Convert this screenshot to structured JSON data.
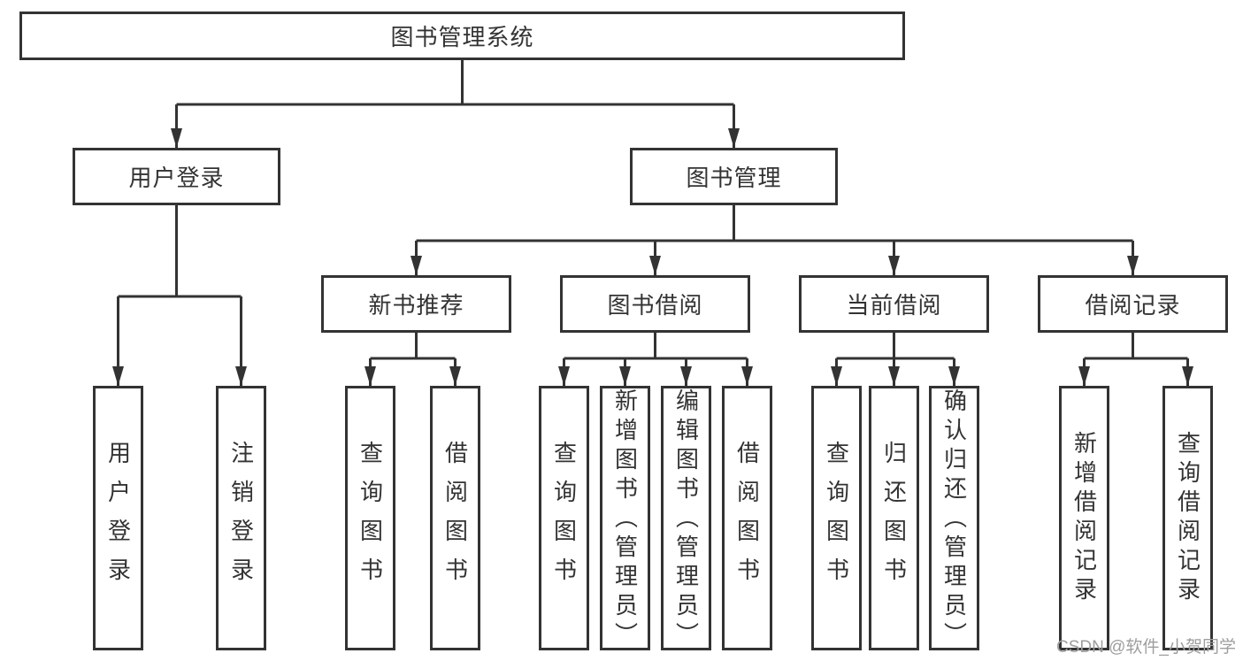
{
  "diagram": {
    "type": "hierarchy-tree",
    "orientation": "top-down",
    "colors": {
      "background": "#ffffff",
      "line": "#333333",
      "box_border": "#333333",
      "box_fill": "#ffffff",
      "text": "#333333",
      "watermark_text": "#9e9e9e"
    }
  },
  "tree": {
    "label": "图书管理系统",
    "children": [
      {
        "label": "用户登录",
        "children": [
          {
            "label": "用户登录"
          },
          {
            "label": "注销登录"
          }
        ]
      },
      {
        "label": "图书管理",
        "children": [
          {
            "label": "新书推荐",
            "children": [
              {
                "label": "查询图书"
              },
              {
                "label": "借阅图书"
              }
            ]
          },
          {
            "label": "图书借阅",
            "children": [
              {
                "label": "查询图书"
              },
              {
                "label": "新增图书（管理员）"
              },
              {
                "label": "编辑图书（管理员）"
              },
              {
                "label": "借阅图书"
              }
            ]
          },
          {
            "label": "当前借阅",
            "children": [
              {
                "label": "查询图书"
              },
              {
                "label": "归还图书"
              },
              {
                "label": "确认归还（管理员）"
              }
            ]
          },
          {
            "label": "借阅记录",
            "children": [
              {
                "label": "新增借阅记录"
              },
              {
                "label": "查询借阅记录"
              }
            ]
          }
        ]
      }
    ]
  },
  "watermark": {
    "text": "CSDN @软件_小贺同学"
  }
}
